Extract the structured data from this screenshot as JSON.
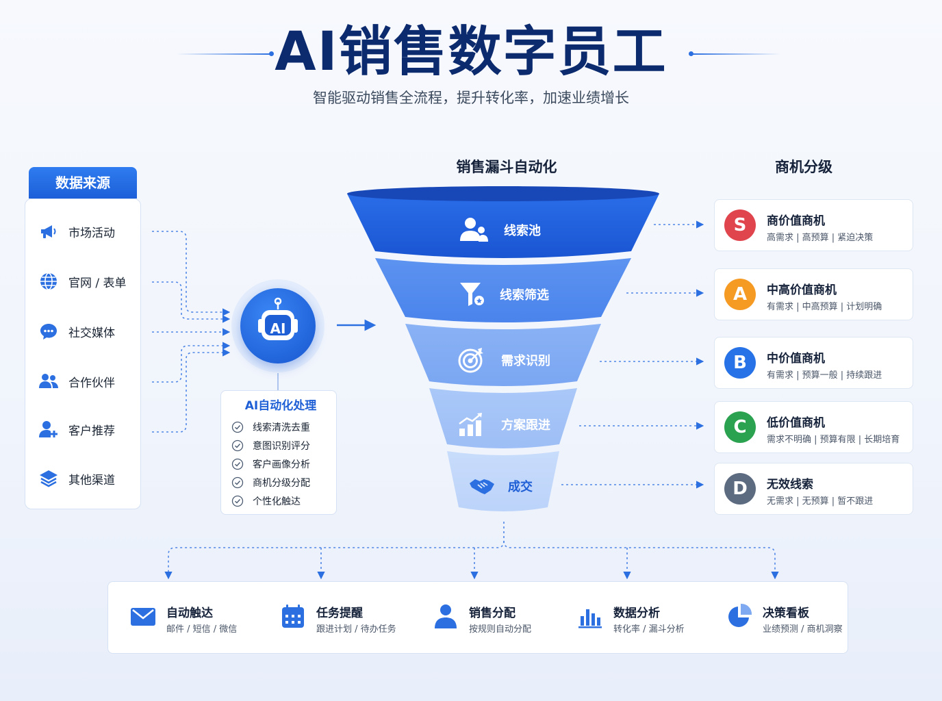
{
  "header": {
    "title": "AI销售数字员工",
    "subtitle": "智能驱动销售全流程，提升转化率，加速业绩增长"
  },
  "data_sources": {
    "title": "数据来源",
    "items": [
      {
        "label": "市场活动",
        "icon": "megaphone-icon"
      },
      {
        "label": "官网 / 表单",
        "icon": "globe-icon"
      },
      {
        "label": "社交媒体",
        "icon": "chat-bubble-icon"
      },
      {
        "label": "合作伙伴",
        "icon": "partners-icon"
      },
      {
        "label": "客户推荐",
        "icon": "user-add-icon"
      },
      {
        "label": "其他渠道",
        "icon": "layers-icon"
      }
    ]
  },
  "ai": {
    "badge": "AI",
    "title": "AI自动化处理",
    "steps": [
      "线索清洗去重",
      "意图识别评分",
      "客户画像分析",
      "商机分级分配",
      "个性化触达"
    ]
  },
  "funnel": {
    "title": "销售漏斗自动化",
    "stages": [
      {
        "label": "线索池",
        "icon": "users-icon"
      },
      {
        "label": "线索筛选",
        "icon": "filter-icon"
      },
      {
        "label": "需求识别",
        "icon": "target-icon"
      },
      {
        "label": "方案跟进",
        "icon": "growth-chart-icon"
      },
      {
        "label": "成交",
        "icon": "handshake-icon"
      }
    ]
  },
  "grading": {
    "title": "商机分级",
    "grades": [
      {
        "badge": "S",
        "title": "商价值商机",
        "desc": "高需求 | 高预算 | 紧迫决策",
        "color": "#e0454d"
      },
      {
        "badge": "A",
        "title": "中高价值商机",
        "desc": "有需求 | 中高预算 | 计划明确",
        "color": "#f59a23"
      },
      {
        "badge": "B",
        "title": "中价值商机",
        "desc": "有需求 | 预算一般 | 持续跟进",
        "color": "#2672e6"
      },
      {
        "badge": "C",
        "title": "低价值商机",
        "desc": "需求不明确 | 预算有限 | 长期培育",
        "color": "#2aa24f"
      },
      {
        "badge": "D",
        "title": "无效线索",
        "desc": "无需求 | 无预算 | 暂不跟进",
        "color": "#5d6b80"
      }
    ]
  },
  "features": [
    {
      "title": "自动触达",
      "desc": "邮件 / 短信 / 微信",
      "icon": "mail-icon"
    },
    {
      "title": "任务提醒",
      "desc": "跟进计划 / 待办任务",
      "icon": "calendar-icon"
    },
    {
      "title": "销售分配",
      "desc": "按规则自动分配",
      "icon": "person-icon"
    },
    {
      "title": "数据分析",
      "desc": "转化率 / 漏斗分析",
      "icon": "bar-chart-icon"
    },
    {
      "title": "决策看板",
      "desc": "业绩预测 / 商机洞察",
      "icon": "pie-chart-icon"
    }
  ],
  "colors": {
    "primary": "#1f5fd6",
    "title": "#0c2a6e"
  }
}
